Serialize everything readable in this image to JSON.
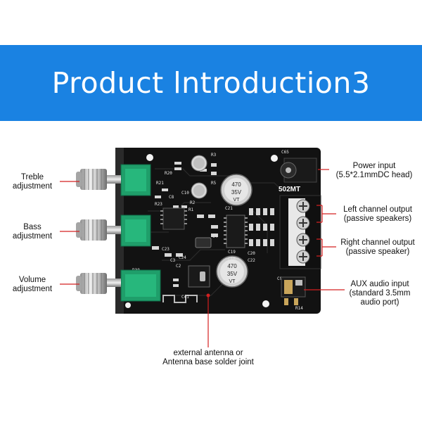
{
  "banner": {
    "title": "Product lntroduction3",
    "color": "#1a82e2"
  },
  "board": {
    "model": "502MT",
    "capacitor_value": "470",
    "capacitor_voltage": "35V",
    "capacitor_series": "VT",
    "marks": [
      "C65",
      "R3",
      "R5",
      "C19",
      "C20",
      "C22",
      "R1",
      "C21",
      "C9",
      "R2",
      "C4",
      "R20",
      "C3",
      "C2",
      "C23",
      "C24",
      "C8",
      "C10",
      "C18",
      "C41",
      "R14",
      "R21",
      "R23",
      "R30"
    ]
  },
  "labels": {
    "treble": [
      "Treble",
      "adjustment"
    ],
    "bass": [
      "Bass",
      "adjustment"
    ],
    "volume": [
      "Volume",
      "adjustment"
    ],
    "power": [
      "Power input",
      "(5.5*2.1mmDC head)"
    ],
    "left": [
      "Left channel output",
      "(passive speakers)"
    ],
    "right": [
      "Right channel output",
      "(passive speaker)"
    ],
    "aux": [
      "AUX audio input",
      "(standard 3.5mm",
      "audio port)"
    ],
    "antenna": [
      "external antenna or",
      "Antenna base solder joint"
    ]
  },
  "colors": {
    "pcb": "#111111",
    "pot": "#1f9e6a",
    "leader": "#d42020"
  }
}
